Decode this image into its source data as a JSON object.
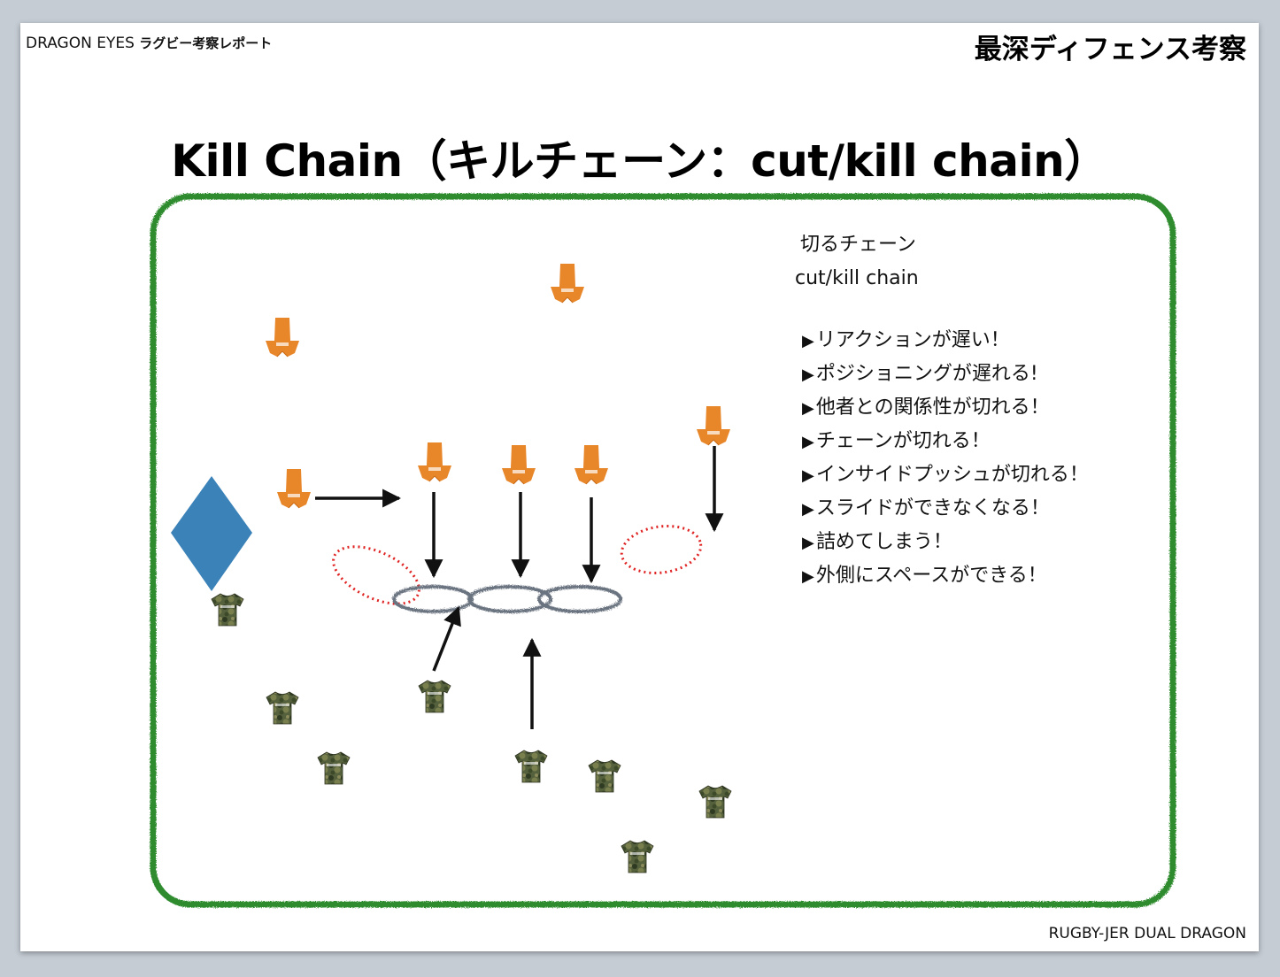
{
  "header": {
    "left_brand": "DRAGON EYES",
    "left_sub": "ラグビー考察レポート",
    "right_title": "最深ディフェンス考察"
  },
  "title": "Kill Chain（キルチェーン：cut/kill chain）",
  "notes": {
    "subtitle_jp": "切るチェーン",
    "subtitle_en": "cut/kill chain",
    "bullets": [
      "リアクションが遅い！",
      "ポジショニングが遅れる!",
      "他者との関係性が切れる！",
      "チェーンが切れる！",
      "インサイドプッシュが切れる！",
      "スライドができなくなる！",
      "詰めてしまう！",
      "外側にスペースができる！"
    ],
    "bullet_marker": "▶"
  },
  "footer": "RUGBY-JER DUAL DRAGON",
  "colors": {
    "field_border": "#2e8b2e",
    "defender_jersey": "#e8862a",
    "attacker_jersey": "#4f5e3a",
    "ball_diamond": "#3b82b8",
    "chain": "#6b7380",
    "gap_ellipse": "#e02424",
    "arrow": "#111111"
  },
  "icons": {
    "defender": "orange-jersey-icon",
    "attacker": "camo-tshirt-icon",
    "ball": "blue-diamond-icon"
  }
}
